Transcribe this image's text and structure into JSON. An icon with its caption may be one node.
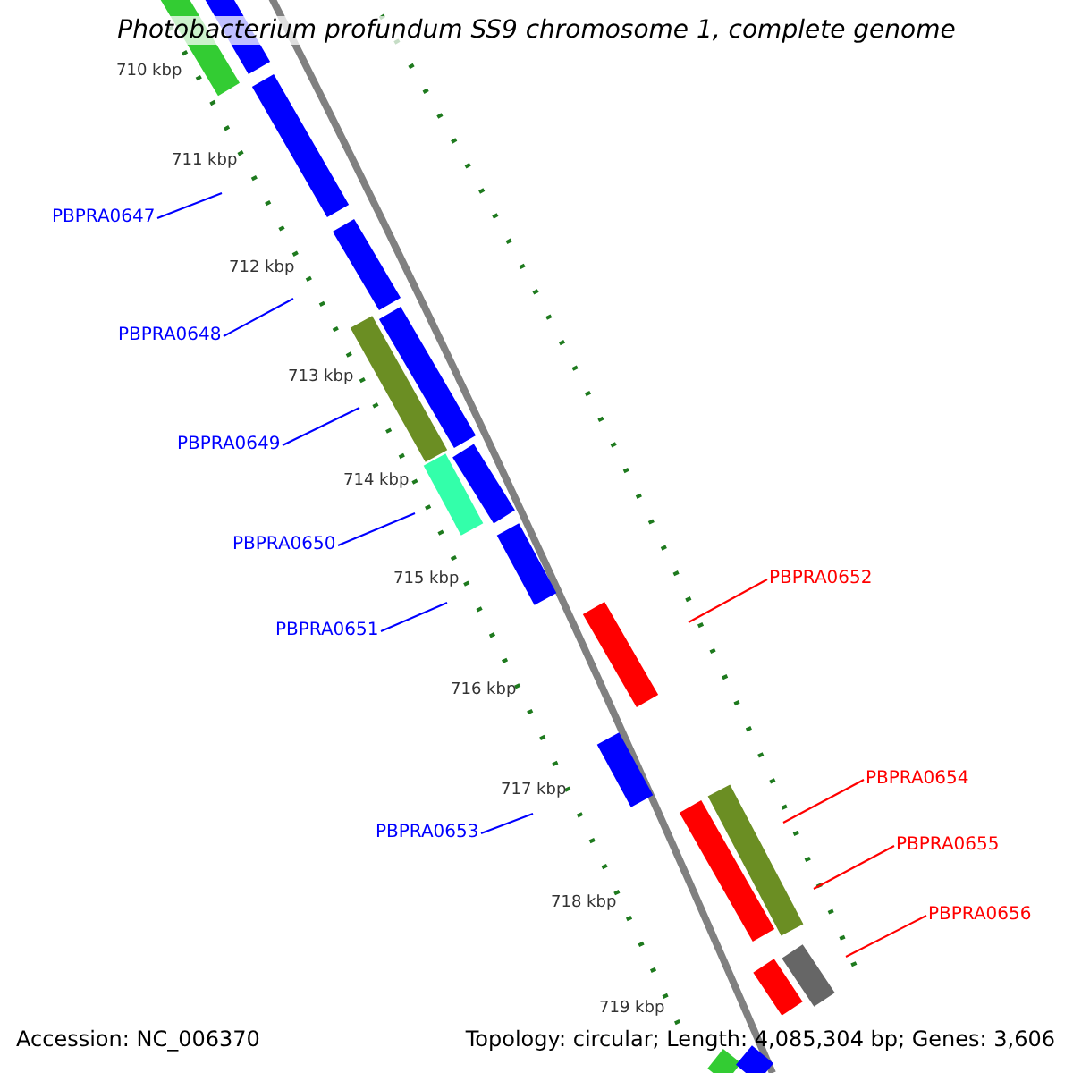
{
  "diagram": {
    "title": "Photobacterium profundum SS9 chromosome 1, complete genome",
    "nodes": [
      {
        "text": [
          "PBPRA0647"
        ]
      },
      {
        "text": [
          "PBPRA0648"
        ]
      },
      {
        "text": [
          "PBPRA0649"
        ]
      },
      {
        "text": [
          "PBPRA0650"
        ]
      },
      {
        "text": [
          "PBPRA0651"
        ]
      },
      {
        "text": [
          "PBPRA0652"
        ]
      },
      {
        "text": [
          "PBPRA0653"
        ]
      },
      {
        "text": [
          "PBPRA0654"
        ]
      },
      {
        "text": [
          "PBPRA0655"
        ]
      },
      {
        "text": [
          "PBPRA0656"
        ]
      }
    ],
    "edges": [
      {
        "from": 0,
        "to": null,
        "arrow": "none"
      },
      {
        "from": 1,
        "to": null,
        "arrow": "none"
      },
      {
        "from": 2,
        "to": null,
        "arrow": "none"
      },
      {
        "from": 3,
        "to": null,
        "arrow": "none"
      },
      {
        "from": 4,
        "to": null,
        "arrow": "none"
      },
      {
        "from": 5,
        "to": null,
        "arrow": "none",
        "color": "#ff0000"
      },
      {
        "from": 6,
        "to": null,
        "arrow": "none"
      },
      {
        "from": 7,
        "to": null,
        "arrow": "none",
        "color": "#ff0000"
      },
      {
        "from": 8,
        "to": null,
        "arrow": "none",
        "color": "#ff0000"
      },
      {
        "from": 9,
        "to": null,
        "arrow": "none",
        "color": "#ff0000"
      }
    ],
    "labels": [
      "710 kbp",
      "711 kbp",
      "712 kbp",
      "713 kbp",
      "714 kbp",
      "715 kbp",
      "716 kbp",
      "717 kbp",
      "718 kbp",
      "719 kbp",
      "Accession: NC_006370",
      "Topology: circular; Length: 4,085,304 bp; Genes: 3,606"
    ]
  }
}
